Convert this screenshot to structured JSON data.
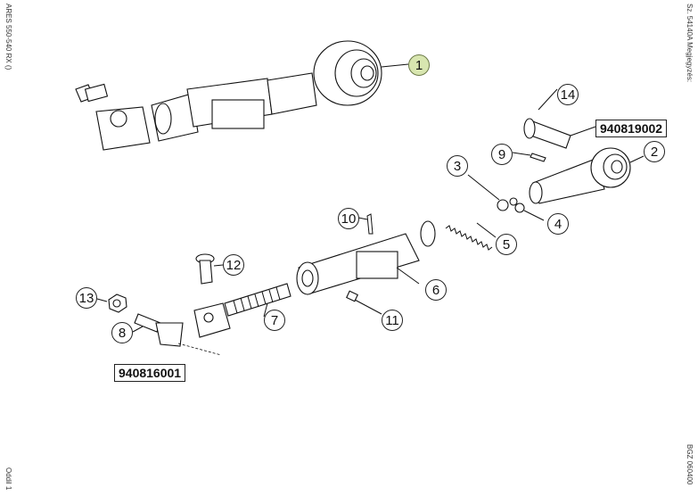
{
  "margin_text": {
    "left_top": "ARES 550-540 RX ()",
    "left_bottom": "Oddil 1",
    "right_top": "Sz. 54140A  Megjegyzés:",
    "right_bottom": "BGZ 060400"
  },
  "callouts": [
    {
      "id": "1",
      "highlighted": true
    },
    {
      "id": "2"
    },
    {
      "id": "3"
    },
    {
      "id": "4"
    },
    {
      "id": "5"
    },
    {
      "id": "6"
    },
    {
      "id": "7"
    },
    {
      "id": "8"
    },
    {
      "id": "9"
    },
    {
      "id": "10"
    },
    {
      "id": "11"
    },
    {
      "id": "12"
    },
    {
      "id": "13"
    },
    {
      "id": "14"
    }
  ],
  "part_numbers": [
    "940819002",
    "940816001"
  ],
  "colors": {
    "highlight": "#d8e6b0",
    "line": "#111111"
  }
}
